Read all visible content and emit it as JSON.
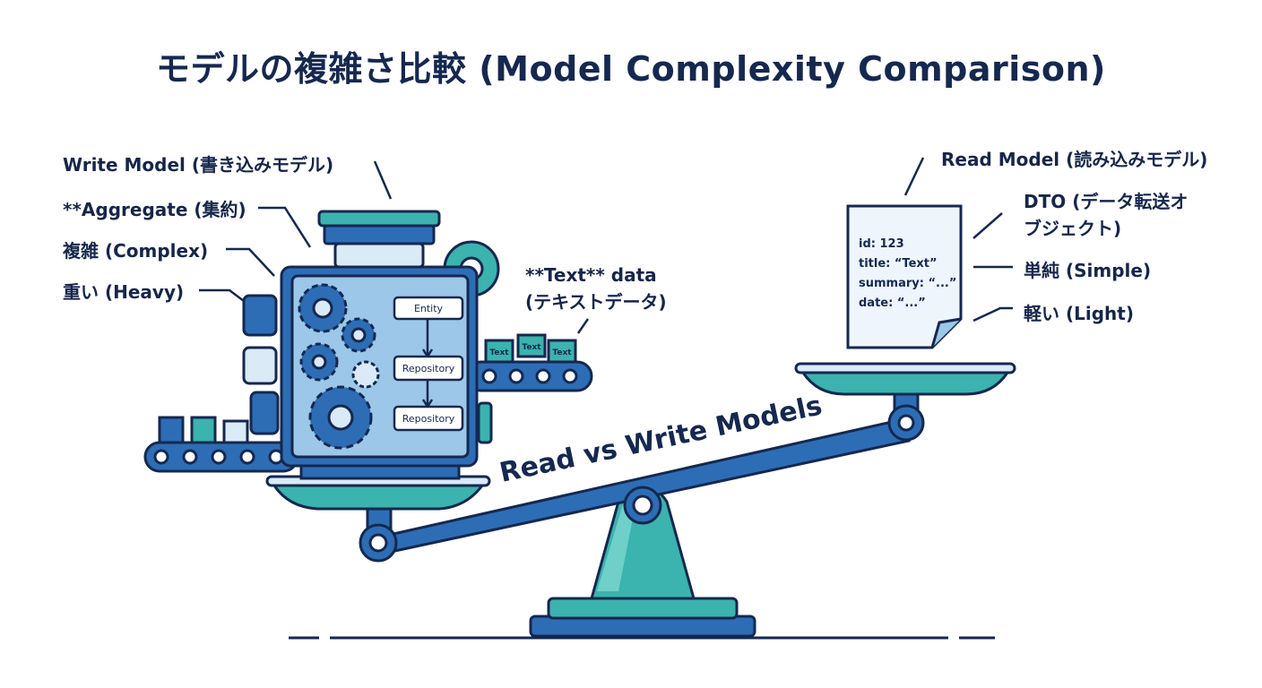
{
  "title": "モデルの複雑さ比較 (Model Complexity Comparison)",
  "write_side": {
    "heading": "Write Model (書き込みモデル)",
    "items": [
      "**Aggregate (集約)",
      "複雑 (Complex)",
      "重い (Heavy)"
    ],
    "text_data_line1": "**Text** data",
    "text_data_line2": "(テキストデータ)",
    "engine_boxes": [
      "Entity",
      "Repository",
      "Repository"
    ],
    "belt_blocks": [
      "Text",
      "Text",
      "Text"
    ]
  },
  "read_side": {
    "heading": "Read Model (読み込みモデル)",
    "dto_line1": "DTO (データ転送オ",
    "dto_line2": "ブジェクト)",
    "items": [
      "単純 (Simple)",
      "軽い (Light)"
    ],
    "document_lines": [
      "id: 123",
      "title: “Text”",
      "summary: “...”",
      "date: “...”"
    ]
  },
  "balance_label": "Read vs Write Models",
  "colors": {
    "navy": "#15284f",
    "blue": "#2d6db5",
    "teal": "#3bb3ae",
    "light_blue": "#dbeaf7"
  }
}
